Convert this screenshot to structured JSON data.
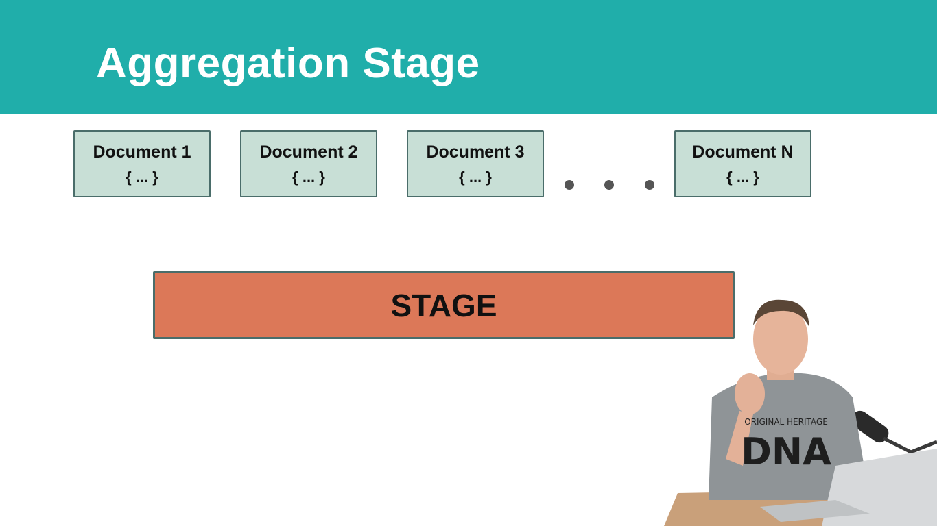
{
  "slide": {
    "title": "Aggregation Stage"
  },
  "documents": [
    {
      "name": "Document 1",
      "body": "{ ... }"
    },
    {
      "name": "Document 2",
      "body": "{ ... }"
    },
    {
      "name": "Document 3",
      "body": "{ ... }"
    },
    {
      "name": "Document N",
      "body": "{ ... }"
    }
  ],
  "stage": {
    "label": "STAGE"
  },
  "presenter": {
    "shirt_text_top": "ORIGINAL HERITAGE",
    "shirt_text_big": "DNA"
  },
  "colors": {
    "header": "#20aeaa",
    "document_fill": "#c8dfd6",
    "stage_fill": "#dc7858",
    "border": "#4a6d6a"
  }
}
